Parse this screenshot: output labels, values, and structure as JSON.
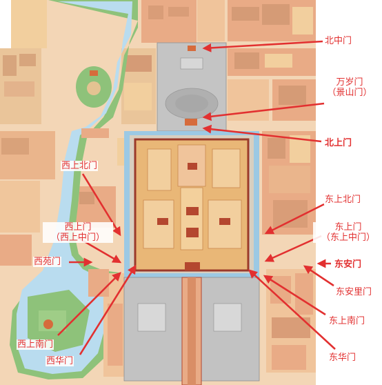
{
  "colors": {
    "label": "#e23030",
    "arrow": "#e23030",
    "water": "#b9dcef",
    "greenery": "#8ec27a",
    "moat": "#9cc9e4",
    "palace_wall": "#9b3a2a",
    "palace_fill": "#e9b777",
    "city_block": "#e9ab86",
    "city_block_alt": "#f2cf9e",
    "plaza": "#bdbdbd"
  },
  "labels": {
    "beizhongmen": "北中门",
    "wansuimen_1": "万岁门",
    "wansuimen_2": "（景山门）",
    "beishangmen": "北上门",
    "dongshangbeimen": "东上北门",
    "dongshangmen_1": "东上门",
    "dongshangmen_2": "（东上中门）",
    "donganmen": "东安门",
    "donganlimen": "东安里门",
    "dongshangnanmen": "东上南门",
    "donghuamen": "东华门",
    "xishangbeimen": "西上北门",
    "xishangmen_1": "西上门",
    "xishangmen_2": "（西上中门）",
    "xiyuanmen": "西苑门",
    "xishangnanmen": "西上南门",
    "xihuamen": "西华门"
  }
}
